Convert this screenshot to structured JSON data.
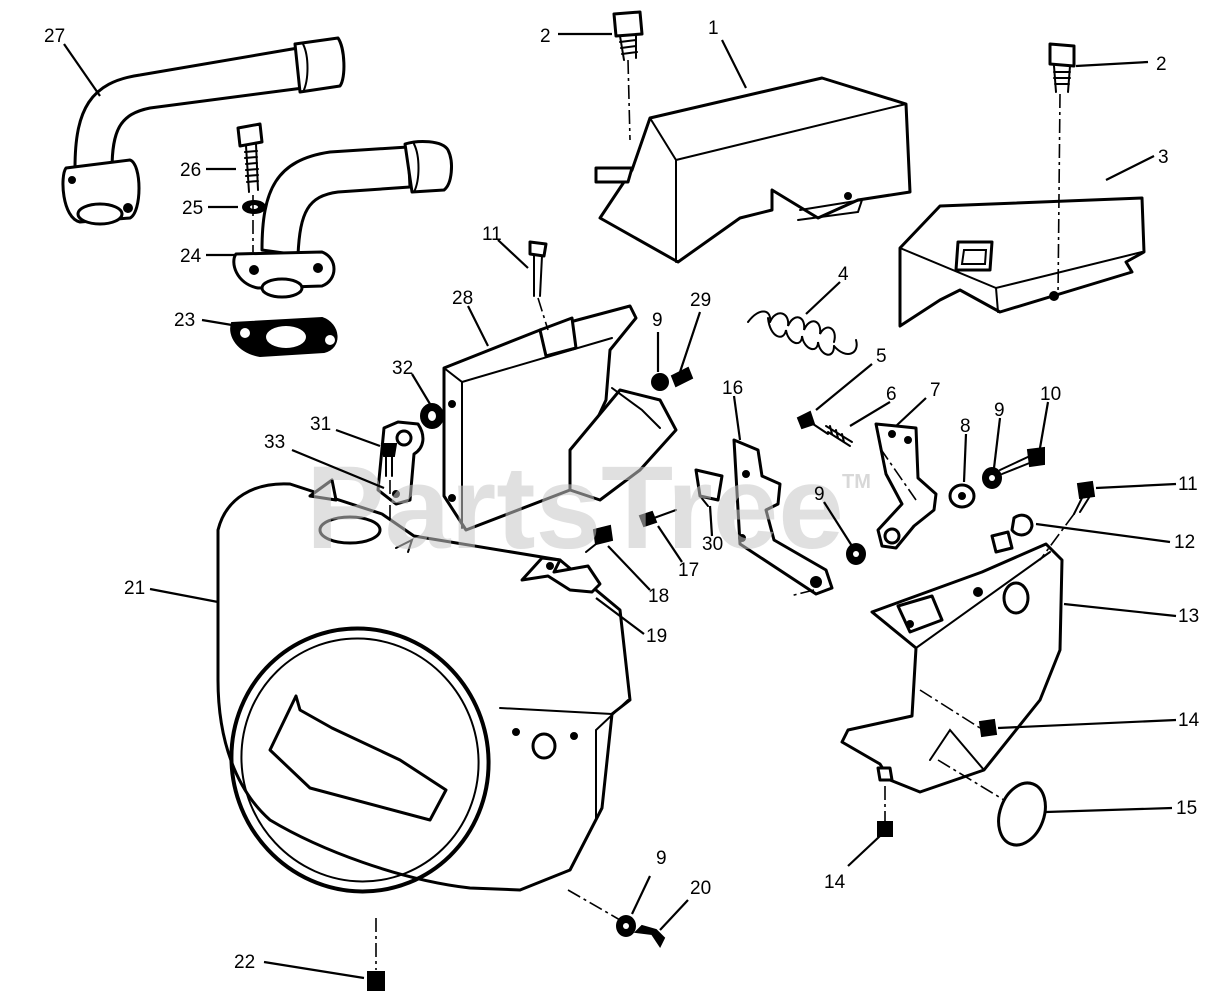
{
  "watermark": {
    "brand": "PartsTree",
    "trademark": "TM"
  },
  "callouts": [
    {
      "id": "c27",
      "text": "27"
    },
    {
      "id": "c2a",
      "text": "2"
    },
    {
      "id": "c1",
      "text": "1"
    },
    {
      "id": "c2b",
      "text": "2"
    },
    {
      "id": "c3",
      "text": "3"
    },
    {
      "id": "c26",
      "text": "26"
    },
    {
      "id": "c25",
      "text": "25"
    },
    {
      "id": "c24",
      "text": "24"
    },
    {
      "id": "c11a",
      "text": "11"
    },
    {
      "id": "c4",
      "text": "4"
    },
    {
      "id": "c28",
      "text": "28"
    },
    {
      "id": "c9a",
      "text": "9"
    },
    {
      "id": "c29",
      "text": "29"
    },
    {
      "id": "c23",
      "text": "23"
    },
    {
      "id": "c5",
      "text": "5"
    },
    {
      "id": "c32",
      "text": "32"
    },
    {
      "id": "c6",
      "text": "6"
    },
    {
      "id": "c7",
      "text": "7"
    },
    {
      "id": "c16",
      "text": "16"
    },
    {
      "id": "c31",
      "text": "31"
    },
    {
      "id": "c9b",
      "text": "9"
    },
    {
      "id": "c10",
      "text": "10"
    },
    {
      "id": "c8",
      "text": "8"
    },
    {
      "id": "c33",
      "text": "33"
    },
    {
      "id": "c11b",
      "text": "11"
    },
    {
      "id": "c9c",
      "text": "9"
    },
    {
      "id": "c12",
      "text": "12"
    },
    {
      "id": "c30",
      "text": "30"
    },
    {
      "id": "c17",
      "text": "17"
    },
    {
      "id": "c18",
      "text": "18"
    },
    {
      "id": "c21",
      "text": "21"
    },
    {
      "id": "c13",
      "text": "13"
    },
    {
      "id": "c19",
      "text": "19"
    },
    {
      "id": "c14a",
      "text": "14"
    },
    {
      "id": "c15",
      "text": "15"
    },
    {
      "id": "c9d",
      "text": "9"
    },
    {
      "id": "c20",
      "text": "20"
    },
    {
      "id": "c14b",
      "text": "14"
    },
    {
      "id": "c22",
      "text": "22"
    }
  ]
}
